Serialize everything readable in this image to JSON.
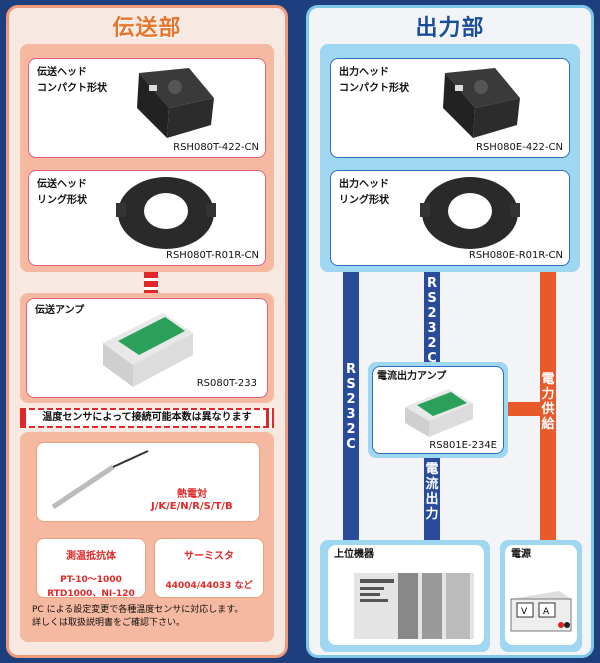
{
  "left": {
    "title": "伝送部",
    "cards": [
      {
        "label": [
          "伝送ヘッド",
          "コンパクト形状"
        ],
        "code": "RSH080T-422-CN"
      },
      {
        "label": [
          "伝送ヘッド",
          "リング形状"
        ],
        "code": "RSH080T-R01R-CN"
      },
      {
        "label": [
          "伝送アンプ"
        ],
        "code": "RS080T-233"
      }
    ],
    "banner": "温度センサによって接続可能本数は異なります",
    "thermo": {
      "title": "熱電対",
      "types": "J/K/E/N/R/S/T/B"
    },
    "rtd": {
      "title": "測温抵抗体",
      "lines": [
        "PT-10～1000",
        "RTD1000、NI-120"
      ]
    },
    "thermistor": {
      "title": "サーミスタ",
      "models": "44004/44033 など"
    },
    "note": [
      "PC による設定変更で各種温度センサに対応します。",
      "詳しくは取扱説明書をご確認下さい。"
    ]
  },
  "right": {
    "title": "出力部",
    "cards": [
      {
        "label": [
          "出力ヘッド",
          "コンパクト形状"
        ],
        "code": "RSH080E-422-CN"
      },
      {
        "label": [
          "出力ヘッド",
          "リング形状"
        ],
        "code": "RSH080E-R01R-CN"
      }
    ],
    "amp": {
      "label": "電流出力アンプ",
      "code": "RS801E-234E"
    },
    "bus_left": "RS232C",
    "bus_mid": "RS232C",
    "current_out": "電流出力",
    "power_supply": "電力供給",
    "host": "上位機器",
    "power": "電源"
  }
}
